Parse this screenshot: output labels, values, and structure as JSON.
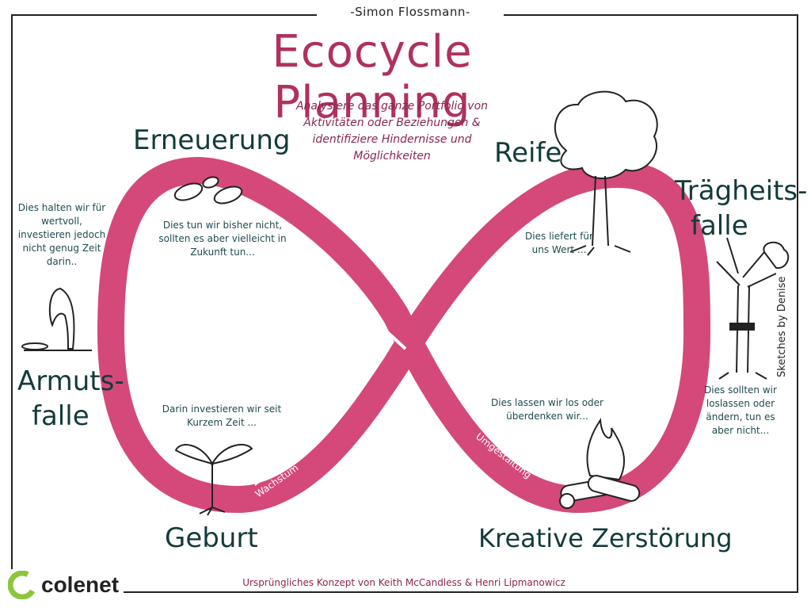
{
  "header": {
    "author": "-Simon Flossmann-",
    "title": "Ecocycle Planning",
    "subtitle": "Analysiere das ganze Portfolio von Aktivitäten oder Beziehungen & identifiziere Hindernisse und Möglichkeiten"
  },
  "stages": {
    "erneuerung": "Erneuerung",
    "reife": "Reife",
    "geburt": "Geburt",
    "kreative_zerstoerung": "Kreative Zerstörung"
  },
  "traps": {
    "armut_line1": "Armuts-",
    "armut_line2": "falle",
    "traegheit_line1": "Trägheits-",
    "traegheit_line2": "falle"
  },
  "notes": {
    "erneuerung": "Dies tun wir bisher nicht, sollten es aber vielleicht in Zukunft tun...",
    "reife": "Dies liefert für uns Wert ...",
    "geburt": "Darin investieren wir seit Kurzem Zeit ...",
    "zerstoerung": "Dies lassen wir los oder überdenken wir...",
    "armut": "Dies halten wir für wertvoll, investieren jedoch nicht genug Zeit darin..",
    "traegheit": "Dies sollten wir loslassen oder ändern, tun es aber nicht..."
  },
  "arrows": {
    "wachstum": "Wachstum",
    "umgestaltung": "Umgestaltung"
  },
  "footer": {
    "credit": "Ursprüngliches Konzept von Keith McCandless & Henri Lipmanowicz",
    "sketches": "Sketches by Denise",
    "logo": "colenet"
  },
  "colors": {
    "loop": "#d4497a",
    "title": "#b0315e",
    "stage_text": "#123b3a",
    "note_text": "#1f4a4f",
    "logo_green": "#8cc63f"
  }
}
